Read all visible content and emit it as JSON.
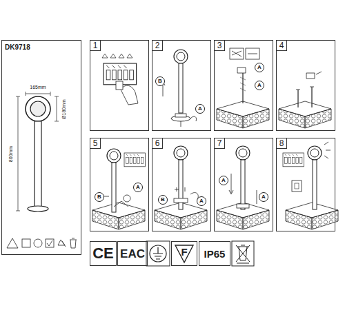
{
  "diagram": {
    "nodes": [
      {
        "text": [
          "DK9718"
        ]
      },
      {
        "text": [
          "1"
        ]
      },
      {
        "text": [
          "2"
        ]
      },
      {
        "text": [
          "3"
        ]
      },
      {
        "text": [
          "4"
        ]
      },
      {
        "text": [
          "5"
        ]
      },
      {
        "text": [
          "6"
        ]
      },
      {
        "text": [
          "7"
        ]
      },
      {
        "text": [
          "8"
        ]
      },
      {
        "text": [
          "CE"
        ]
      },
      {
        "text": [
          "EAC"
        ]
      },
      {
        "text": [
          "F"
        ]
      },
      {
        "text": [
          "IP65"
        ]
      }
    ],
    "labels": [
      "165mm",
      "Ø180mm",
      "800mm",
      "B",
      "A",
      "A",
      "A",
      "B",
      "A",
      "B",
      "A",
      "A",
      "A"
    ]
  }
}
